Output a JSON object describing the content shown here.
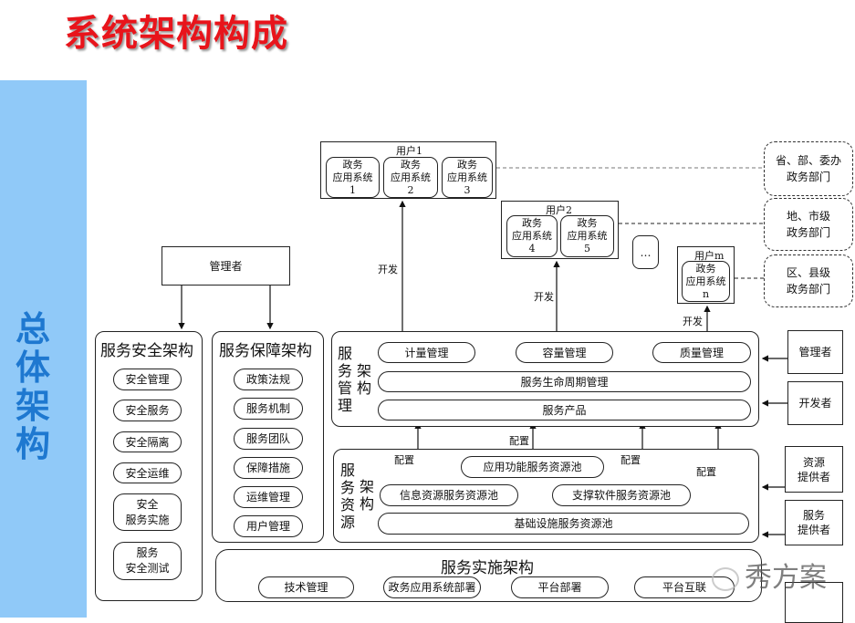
{
  "title": "系统架构构成",
  "sidebar_label": "总体架构",
  "users": [
    {
      "name": "用户1",
      "apps": [
        {
          "l1": "政务",
          "l2": "应用系统",
          "n": "1"
        },
        {
          "l1": "政务",
          "l2": "应用系统",
          "n": "2"
        },
        {
          "l1": "政务",
          "l2": "应用系统",
          "n": "3"
        }
      ]
    },
    {
      "name": "用户2",
      "apps": [
        {
          "l1": "政务",
          "l2": "应用系统",
          "n": "4"
        },
        {
          "l1": "政务",
          "l2": "应用系统",
          "n": "5"
        }
      ]
    },
    {
      "name": "用户m",
      "apps": [
        {
          "l1": "政务",
          "l2": "应用系统",
          "n": "n"
        }
      ]
    }
  ],
  "ellipsis": "…",
  "departments": [
    {
      "l1": "省、部、委办",
      "l2": "政务部门"
    },
    {
      "l1": "地、市级",
      "l2": "政务部门"
    },
    {
      "l1": "区、县级",
      "l2": "政务部门"
    }
  ],
  "develop_label": "开发",
  "config_label": "配置",
  "manager_top": "管理者",
  "security": {
    "title": "服务安全架构",
    "items": [
      [
        "安全管理"
      ],
      [
        "安全服务"
      ],
      [
        "安全隔离"
      ],
      [
        "安全运维"
      ],
      [
        "安全",
        "服务实施"
      ],
      [
        "服务",
        "安全测试"
      ]
    ]
  },
  "assurance": {
    "title": "服务保障架构",
    "items": [
      "政策法规",
      "服务机制",
      "服务团队",
      "保障措施",
      "运维管理",
      "用户管理"
    ]
  },
  "management": {
    "title_a": "服务管理",
    "title_b": "架构",
    "items": [
      "计量管理",
      "容量管理",
      "质量管理"
    ],
    "lifecycle": "服务生命周期管理",
    "product": "服务产品"
  },
  "resources": {
    "title_a": "服务资源",
    "title_b": "架构",
    "app_pool": "应用功能服务资源池",
    "info_pool": "信息资源服务资源池",
    "software_pool": "支撑软件服务资源池",
    "infra_pool": "基础设施服务资源池"
  },
  "implementation": {
    "title": "服务实施架构",
    "items": [
      "技术管理",
      "政务应用系统部署",
      "平台部署",
      "平台互联"
    ]
  },
  "actors": [
    {
      "l1": "管理者"
    },
    {
      "l1": "开发者"
    },
    {
      "l1": "资源",
      "l2": "提供者"
    },
    {
      "l1": "服务",
      "l2": "提供者"
    }
  ],
  "watermark": "秀方案"
}
